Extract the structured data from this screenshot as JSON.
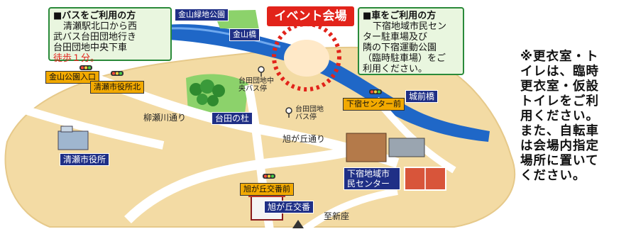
{
  "colors": {
    "land": "#f3dba4",
    "road": "#ffffff",
    "river": "#1f67c7",
    "park": "#8cd26b",
    "tag_navy": "#1f2f86",
    "tag_gold": "#f2a900",
    "event_red": "#e2231a",
    "box_green": "#2a8a3a"
  },
  "event_label": "イベント会場",
  "bus_box": {
    "title": "■バスをご利用の方",
    "lines": [
      "清瀬駅北口から西",
      "武バス台田団地行き",
      "台田団地中央下車"
    ],
    "walk": "徒歩１分。"
  },
  "car_box": {
    "title": "■車をご利用の方",
    "lines": [
      "下宿地域市民セン",
      "ター駐車場及び",
      "隣の下宿運動公園",
      "（臨時駐車場）をご",
      "利用ください。"
    ]
  },
  "places": {
    "kaneyama_park": "金山緑地公園",
    "kaneyama_bridge": "金山橋",
    "kaneyama_park_entrance": "金山公園入口",
    "city_hall_north": "清瀬市役所北",
    "city_hall": "清瀬市役所",
    "daita_forest": "台田の杜",
    "shimojuku_center_front": "下宿センター前",
    "joumae_bridge": "城前橋",
    "shimojuku_center": "下宿地域市民センター",
    "asahigaoka_koban_front": "旭が丘交番前",
    "asahigaoka_koban": "旭が丘交番"
  },
  "street_labels": {
    "yanasegawa": "柳瀬川通り",
    "asahigaoka": "旭が丘通り",
    "to_shinza": "至新座",
    "bus_stop_center": "台田団地中央バス停",
    "bus_stop_daita": "台田団地バス停"
  },
  "side_note": [
    "※更衣室・ト",
    "イレは、臨時",
    "更衣室・仮設",
    "トイレをご利",
    "用ください。",
    "また、自転車",
    "は会場内指定",
    "場所に置いて",
    "ください。"
  ]
}
